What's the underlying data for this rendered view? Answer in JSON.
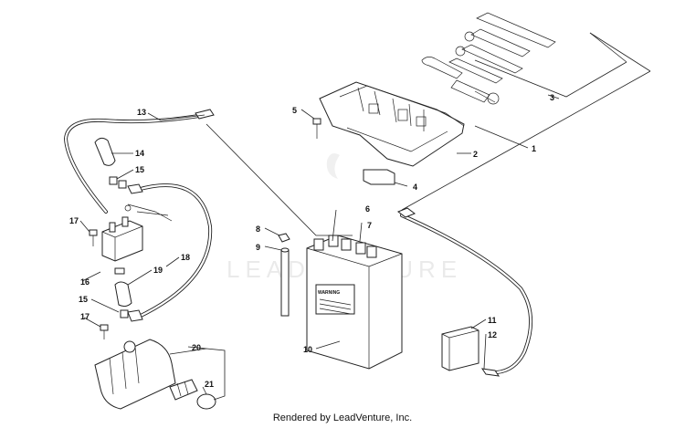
{
  "watermark": "LEADVENTURE",
  "footer": "Rendered by LeadVenture, Inc.",
  "callouts": {
    "c1": "1",
    "c2": "2",
    "c3": "3",
    "c4": "4",
    "c5": "5",
    "c6": "6",
    "c7": "7",
    "c8": "8",
    "c9": "9",
    "c10": "10",
    "c11": "11",
    "c12": "12",
    "c13": "13",
    "c14": "14",
    "c15a": "15",
    "c15b": "15",
    "c16": "16",
    "c17a": "17",
    "c17b": "17",
    "c18": "18",
    "c19": "19",
    "c20": "20",
    "c21": "21"
  },
  "battery_label": "WARNING"
}
